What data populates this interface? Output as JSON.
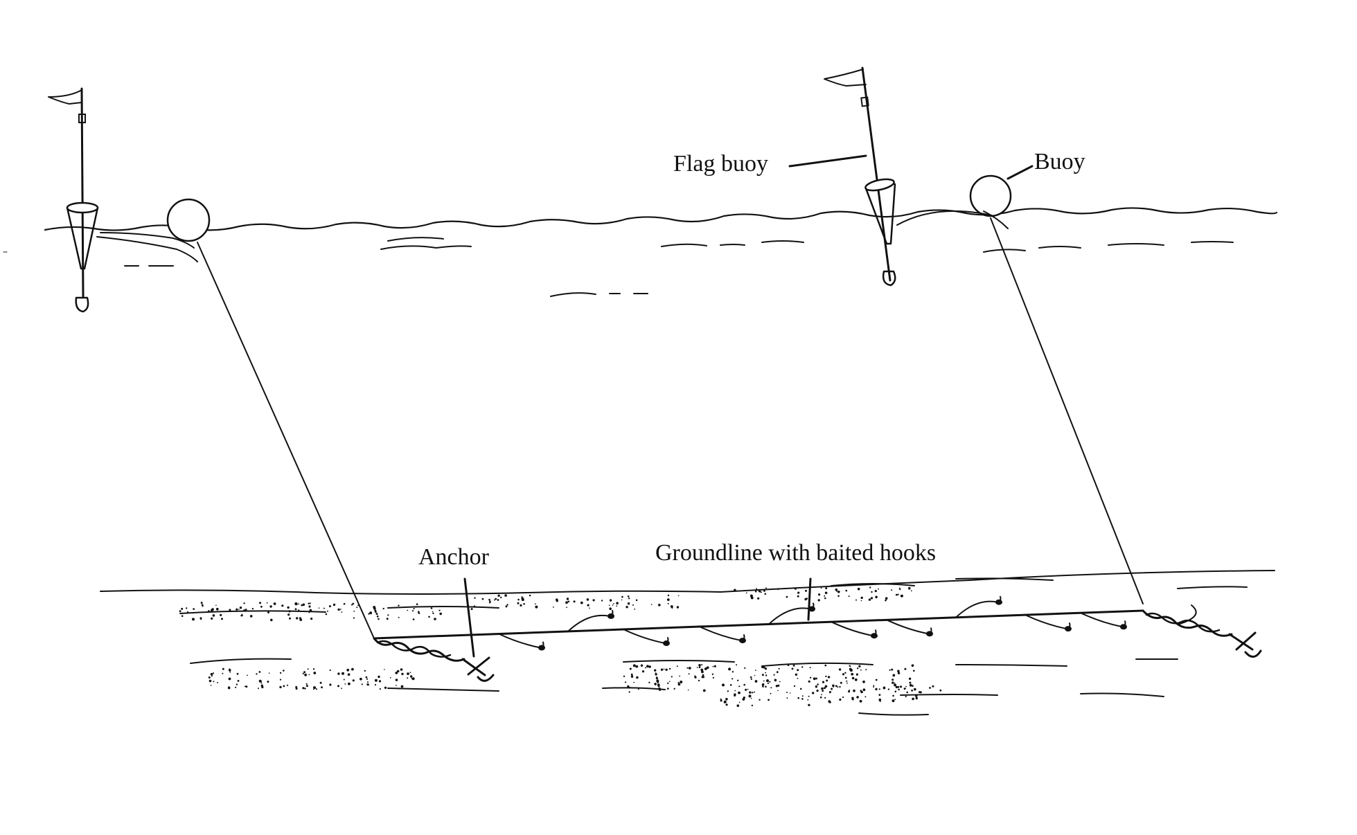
{
  "labels": {
    "flag_buoy": "Flag buoy",
    "buoy": "Buoy",
    "anchor": "Anchor",
    "groundline": "Groundline with baited hooks"
  },
  "colors": {
    "ink": "#111111",
    "background": "#ffffff"
  }
}
